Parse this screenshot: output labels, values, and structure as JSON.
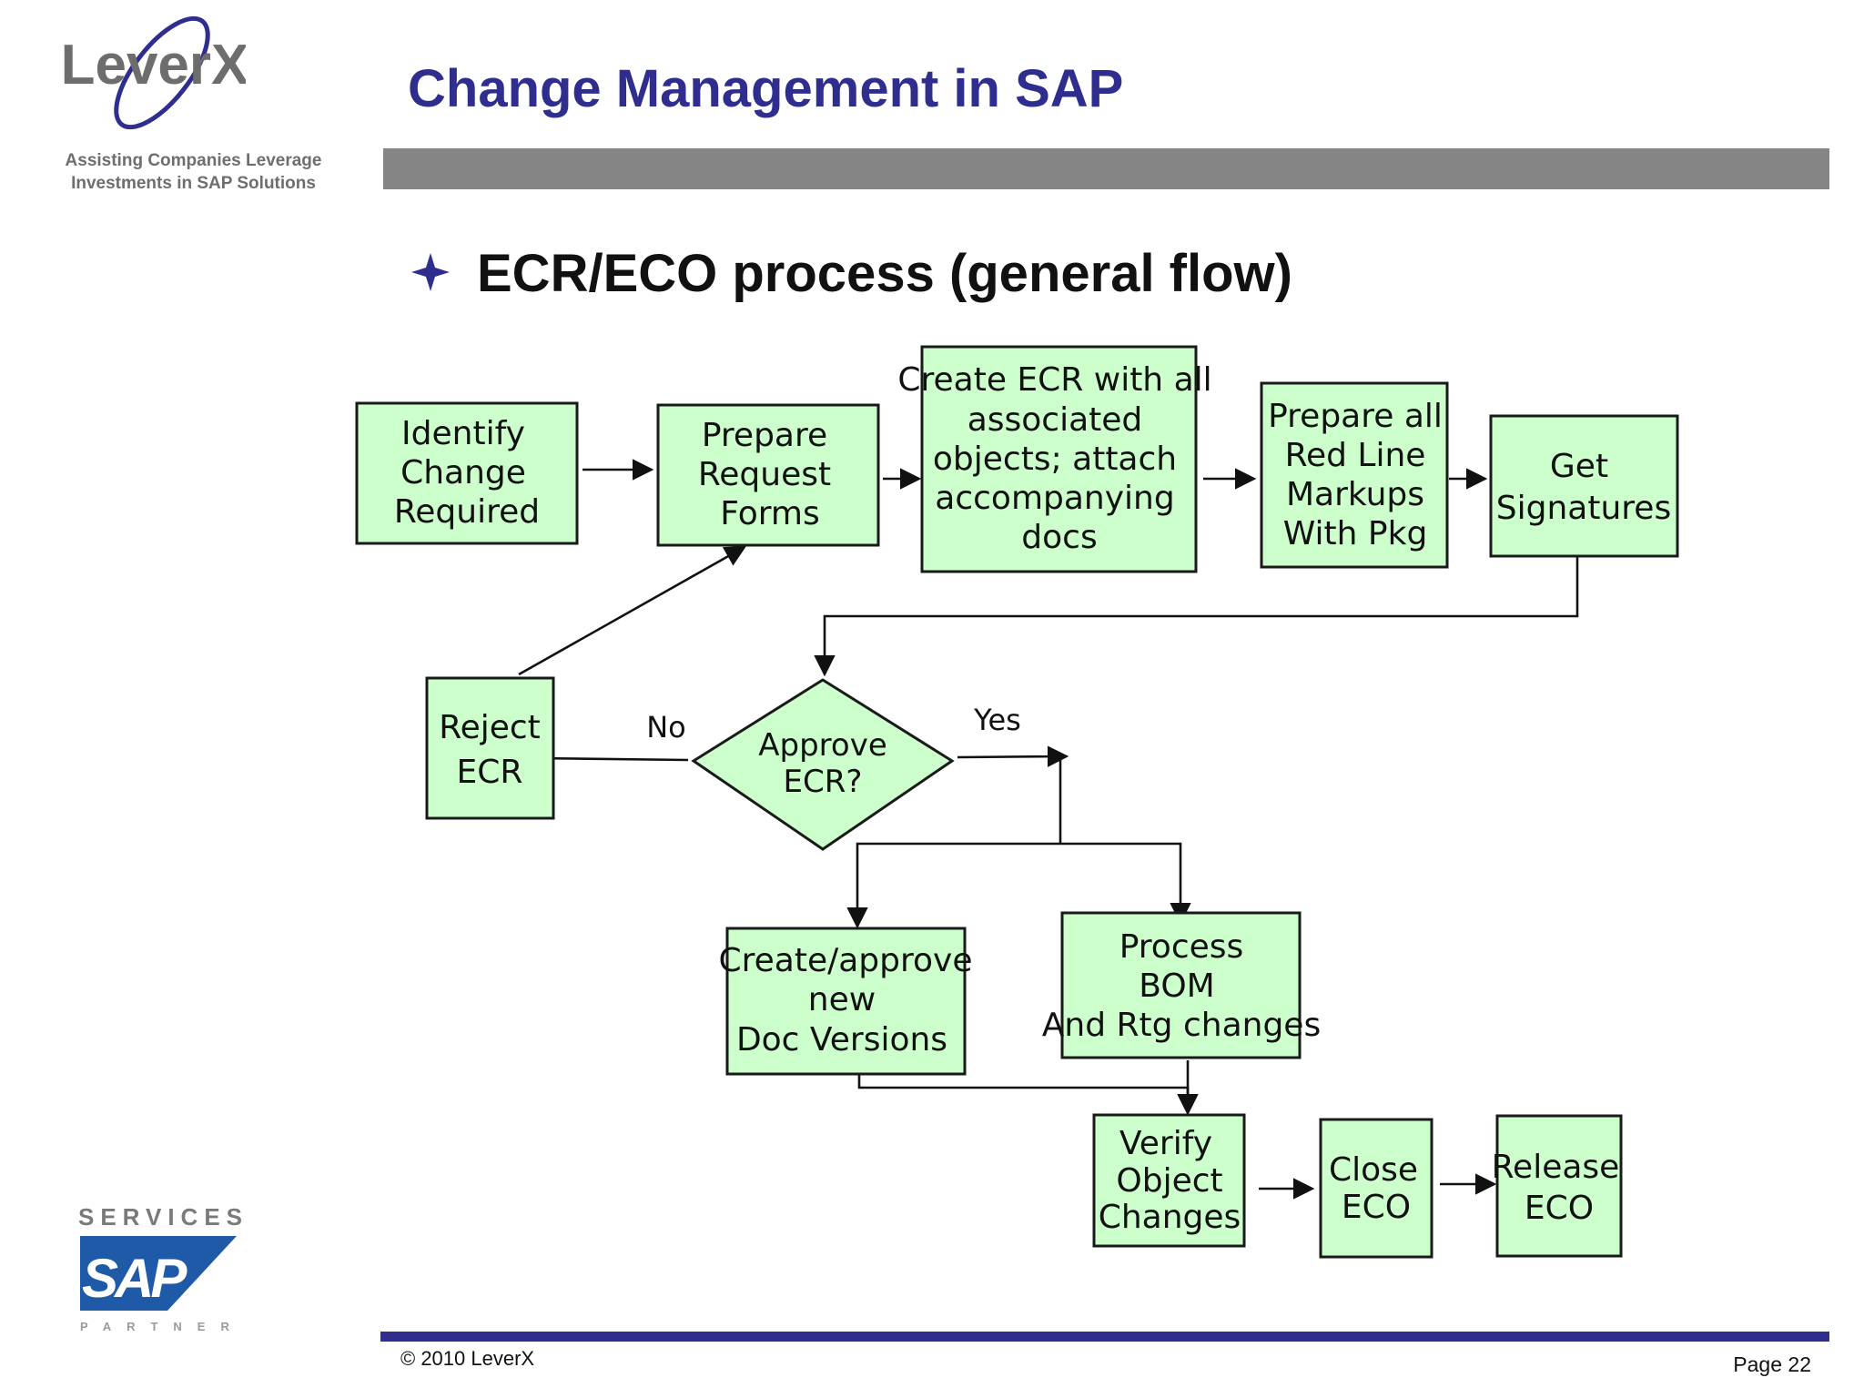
{
  "logo": {
    "text": "LeverX",
    "tagline_line1": "Assisting Companies Leverage",
    "tagline_line2": "Investments in SAP Solutions"
  },
  "header": {
    "title": "Change Management in SAP"
  },
  "content": {
    "bullet_icon": "four-point-star-icon",
    "subtitle": "ECR/ECO process (general flow)"
  },
  "flow": {
    "nodes": {
      "identify": [
        "Identify",
        "Change",
        "Required"
      ],
      "prepare_forms": [
        "Prepare",
        "Request",
        "Forms"
      ],
      "create_ecr": [
        "Create ECR with all",
        "associated",
        "objects; attach",
        "accompanying",
        "docs"
      ],
      "prepare_markups": [
        "Prepare all",
        "Red Line",
        "Markups",
        "With Pkg"
      ],
      "get_signatures": [
        "Get",
        "Signatures"
      ],
      "approve_ecr": [
        "Approve",
        "ECR?"
      ],
      "reject_ecr": [
        "Reject",
        "ECR"
      ],
      "create_doc_versions": [
        "Create/approve",
        "new",
        "Doc Versions"
      ],
      "process_bom": [
        "Process",
        "BOM",
        "And Rtg changes"
      ],
      "verify_changes": [
        "Verify",
        "Object",
        "Changes"
      ],
      "close_eco": [
        "Close",
        "ECO"
      ],
      "release_eco": [
        "Release",
        "ECO"
      ]
    },
    "edge_labels": {
      "no": "No",
      "yes": "Yes"
    },
    "colors": {
      "node_fill": "#ccffcc",
      "node_stroke": "#1a1a1a"
    }
  },
  "footer": {
    "sap_logo": {
      "top_text": "SERVICES",
      "main_text": "SAP",
      "bottom_text": "PARTNER"
    },
    "copyright": "© 2010 LeverX",
    "page": "Page 22"
  },
  "colors": {
    "title": "#2f2e8f",
    "bar_gray": "#858585",
    "bar_blue": "#2f2e8f"
  }
}
